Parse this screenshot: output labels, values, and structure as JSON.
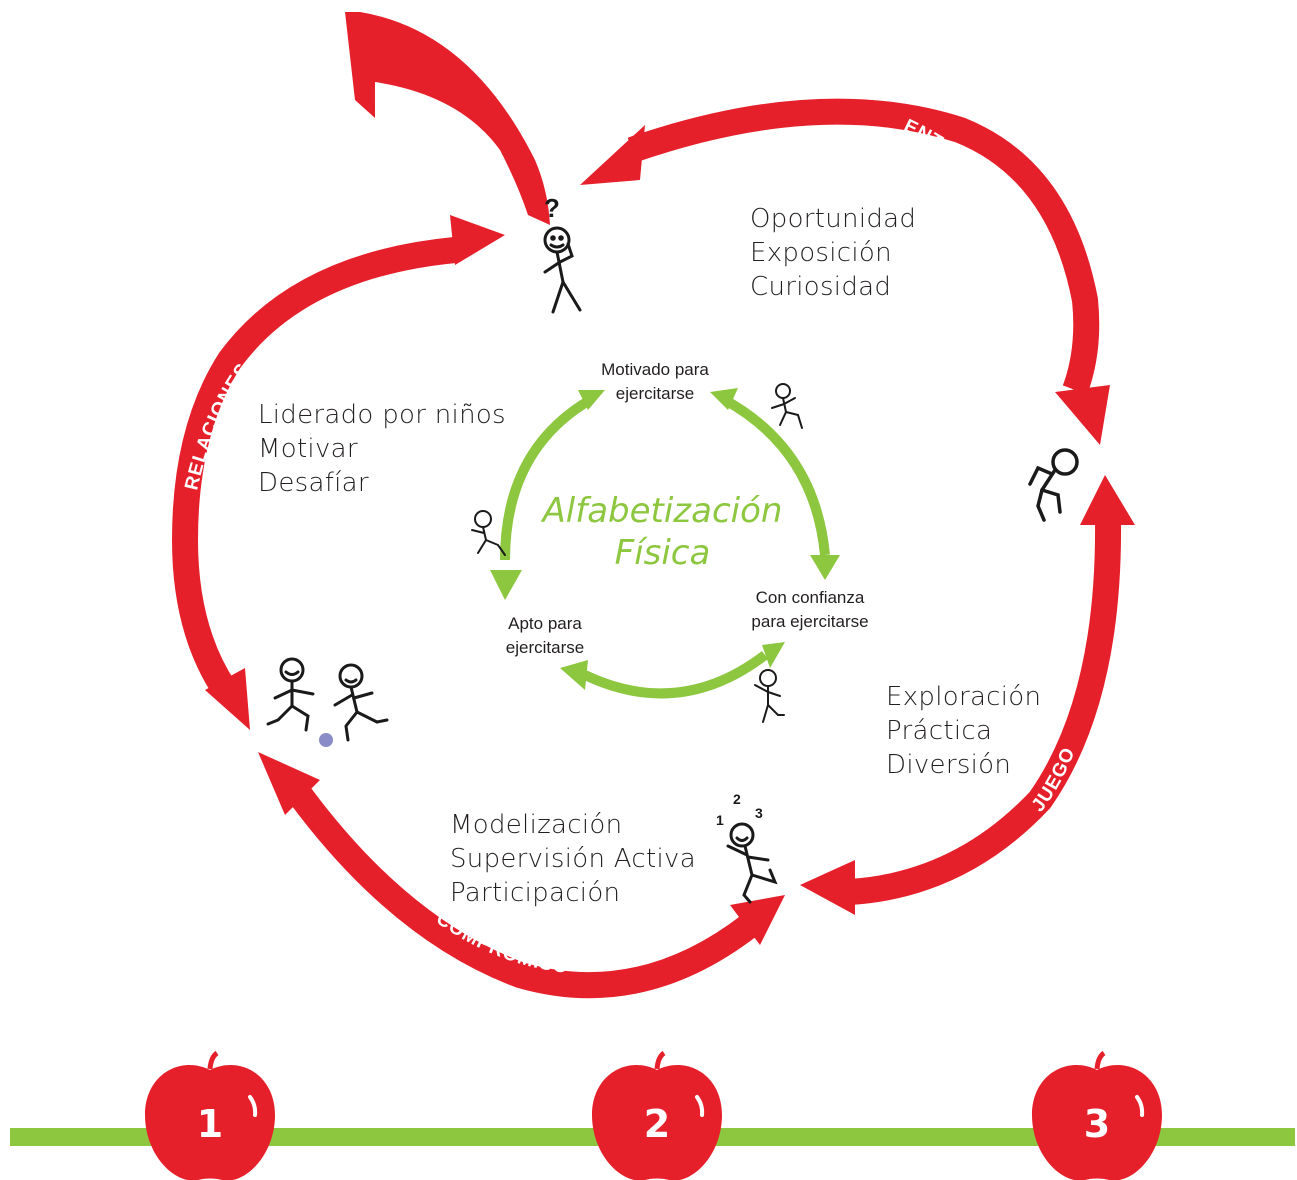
{
  "colors": {
    "red": "#e6202b",
    "green": "#8dc63f",
    "ink": "#1a1a1a",
    "ball": "#8a8cc7"
  },
  "outer_cycle": {
    "entorno": {
      "label": "ENTORNO",
      "items": [
        "Oportunidad",
        "Exposición",
        "Curiosidad"
      ]
    },
    "juego": {
      "label": "JUEGO",
      "items": [
        "Exploración",
        "Práctica",
        "Diversión"
      ]
    },
    "compromiso": {
      "label": "COMPROMISO",
      "items": [
        "Modelización",
        "Supervisión Activa",
        "Participación"
      ]
    },
    "relaciones": {
      "label": "RELACIONES",
      "items": [
        "Liderado por niños",
        "Motivar",
        "Desafíar"
      ]
    }
  },
  "inner_cycle": {
    "title_line1": "Alfabetización",
    "title_line2": "Física",
    "motivado": [
      "Motivado para",
      "ejercitarse"
    ],
    "confianza": [
      "Con confianza",
      "para ejercitarse"
    ],
    "apto": [
      "Apto para",
      "ejercitarse"
    ]
  },
  "figures": {
    "question_mark": "?",
    "counting": [
      "1",
      "2",
      "3"
    ]
  },
  "timeline": {
    "apples": [
      "1",
      "2",
      "3"
    ]
  },
  "icons": [
    "stick-figure-thinking-icon",
    "stick-figure-climbing-icon",
    "stick-figures-soccer-icon",
    "stick-figure-counting-icon",
    "apple-icon"
  ]
}
